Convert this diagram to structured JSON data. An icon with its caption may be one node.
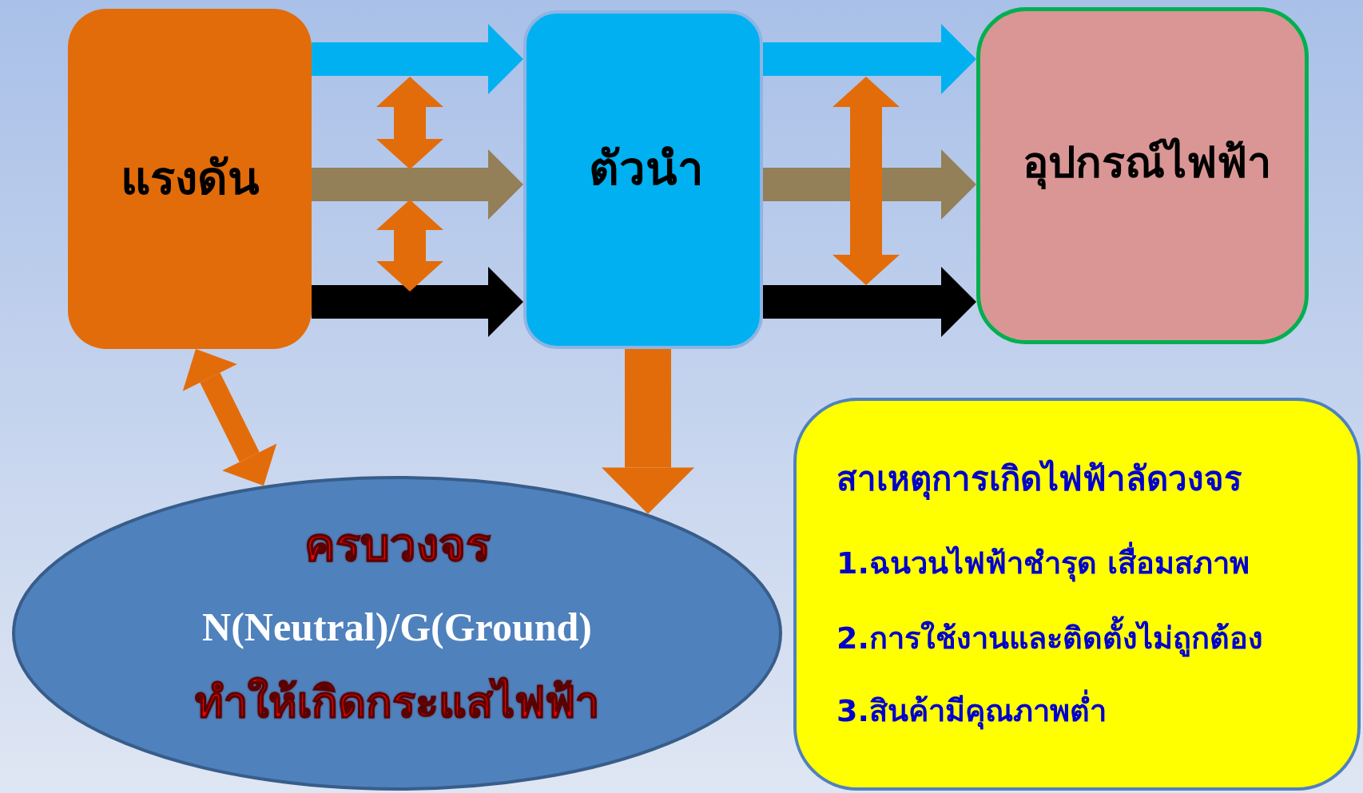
{
  "diagram": {
    "nodes": [
      {
        "text": [
          "แรงดัน"
        ]
      },
      {
        "text": [
          "ตัวนำ"
        ]
      },
      {
        "text": [
          "อุปกรณ์ไฟฟ้า"
        ]
      },
      {
        "text": [
          "ครบวงจร",
          "N(Neutral)/G(Ground)",
          "ทำให้เกิดกระแสไฟฟ้า"
        ]
      },
      {
        "text": [
          "สาเหตุการเกิดไฟฟ้าลัดวงจร",
          "1.ฉนวนไฟฟ้าชำรุด เสื่อมสภาพ",
          "2.การใช้งานและติดตั้งไม่ถูกต้อง",
          "3.สินค้ามีคุณภาพต่ำ"
        ]
      }
    ],
    "edges": [
      {
        "from": 0,
        "to": 1,
        "arrow": "to",
        "color": "#00b0f0"
      },
      {
        "from": 0,
        "to": 1,
        "arrow": "to",
        "color": "#938058"
      },
      {
        "from": 0,
        "to": 1,
        "arrow": "to",
        "color": "#000000"
      },
      {
        "from": 1,
        "to": 2,
        "arrow": "to",
        "color": "#00b0f0"
      },
      {
        "from": 1,
        "to": 2,
        "arrow": "to",
        "color": "#938058"
      },
      {
        "from": 1,
        "to": 2,
        "arrow": "to",
        "color": "#000000"
      },
      {
        "from": 0,
        "to": 3,
        "arrow": "both",
        "color": "#e36c0a"
      },
      {
        "from": 1,
        "to": 3,
        "arrow": "to",
        "color": "#e36c0a"
      }
    ]
  }
}
